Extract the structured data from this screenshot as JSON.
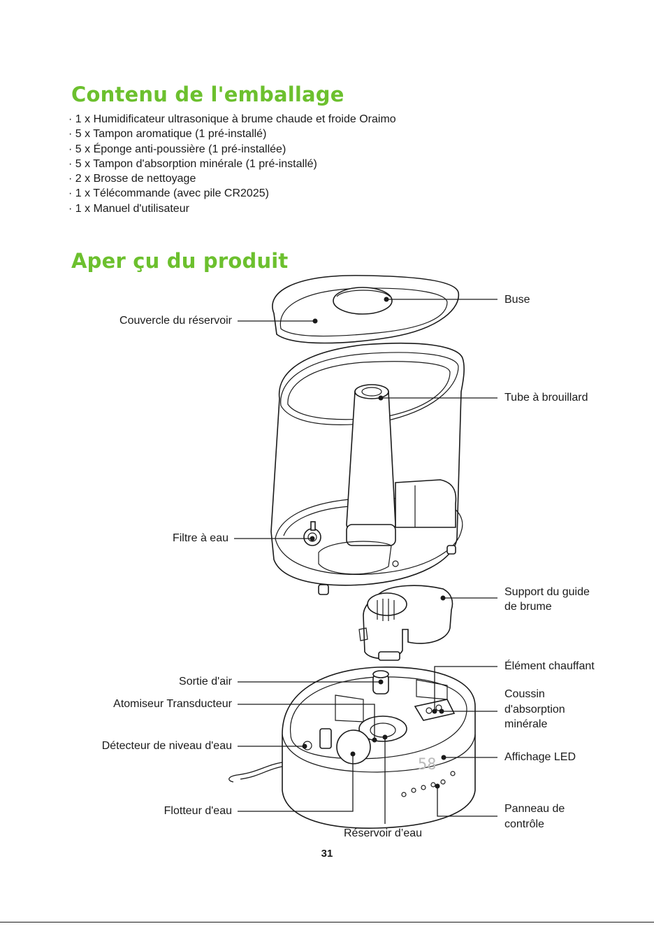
{
  "contents": {
    "title": "Contenu de l'emballage",
    "items": [
      "1 x Humidificateur ultrasonique à brume chaude et froide Oraimo",
      "5 x Tampon aromatique (1 pré-installé)",
      "5 x Éponge anti-poussière (1 pré-installée)",
      "5 x Tampon d'absorption minérale (1 pré-installé)",
      "2 x Brosse de nettoyage",
      "1 x Télécommande (avec pile CR2025)",
      "1 x Manuel d'utilisateur"
    ]
  },
  "overview": {
    "title": "Aper çu du produit",
    "labels": {
      "buse": "Buse",
      "couvercle": "Couvercle du réservoir",
      "tube": "Tube à brouillard",
      "filtre": "Filtre à eau",
      "support_1": "Support du guide",
      "support_2": "de brume",
      "element": "Élément chauffant",
      "coussin_1": "Coussin",
      "coussin_2": "d'absorption",
      "coussin_3": "minérale",
      "sortie": "Sortie d'air",
      "atomiseur": "Atomiseur Transducteur",
      "detecteur": "Détecteur de niveau d'eau",
      "affichage": "Affichage LED",
      "flotteur": "Flotteur d'eau",
      "panneau_1": "Panneau de",
      "panneau_2": "contrôle",
      "reservoir": "Réservoir d’eau"
    },
    "display_reading": "58"
  },
  "page_number": "31"
}
